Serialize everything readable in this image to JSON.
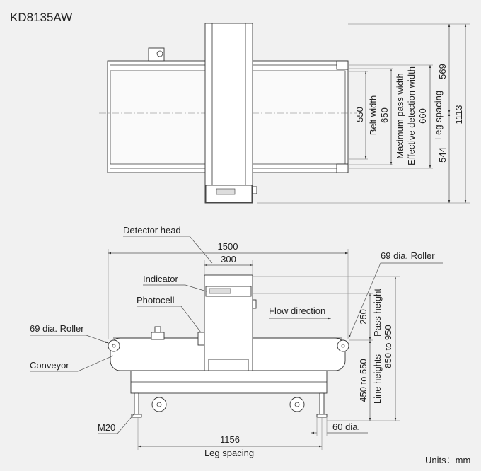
{
  "title": "KD8135AW",
  "top_view": {
    "dim_550": "550",
    "belt_width_label": "Belt width",
    "dim_650": "650",
    "max_pass_width_label": "Maximum pass width",
    "effective_detection_width_label": "Effective detection width",
    "dim_660": "660",
    "leg_spacing_label": "Leg spacing",
    "dim_569": "569",
    "dim_544": "544",
    "dim_1113": "1113"
  },
  "side_view": {
    "detector_head_label": "Detector head",
    "dim_1500": "1500",
    "dim_300": "300",
    "indicator_label": "Indicator",
    "photocell_label": "Photocell",
    "flow_direction_label": "Flow direction",
    "roller_right_label": "69 dia. Roller",
    "roller_left_label": "69 dia. Roller",
    "conveyor_label": "Conveyor",
    "dim_250": "250",
    "pass_height_label": "Pass height",
    "line_heights_range": "450 to 550",
    "line_heights_label": "Line heights",
    "pass_height_range": "850 to 950",
    "m20_label": "M20",
    "foot_dia_label": "60 dia.",
    "dim_1156": "1156",
    "leg_spacing_label": "Leg spacing"
  },
  "units_label": "Units：mm"
}
